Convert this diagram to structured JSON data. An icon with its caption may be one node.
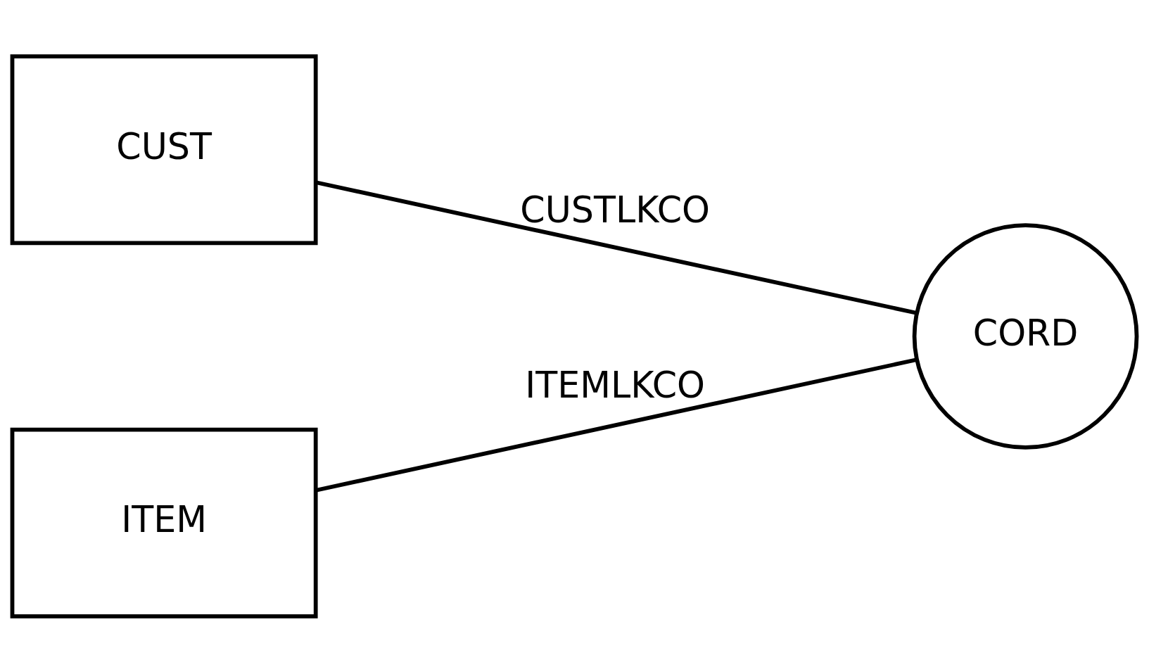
{
  "diagram": {
    "nodes": [
      {
        "text": [
          "CUST"
        ]
      },
      {
        "text": [
          "ITEM"
        ]
      },
      {
        "text": [
          "CORD"
        ]
      }
    ],
    "edges": [
      {
        "from": 0,
        "to": 2,
        "arrow": "none",
        "label": "CUSTLKCO"
      },
      {
        "from": 1,
        "to": 2,
        "arrow": "none",
        "label": "ITEMLKCO"
      }
    ]
  }
}
